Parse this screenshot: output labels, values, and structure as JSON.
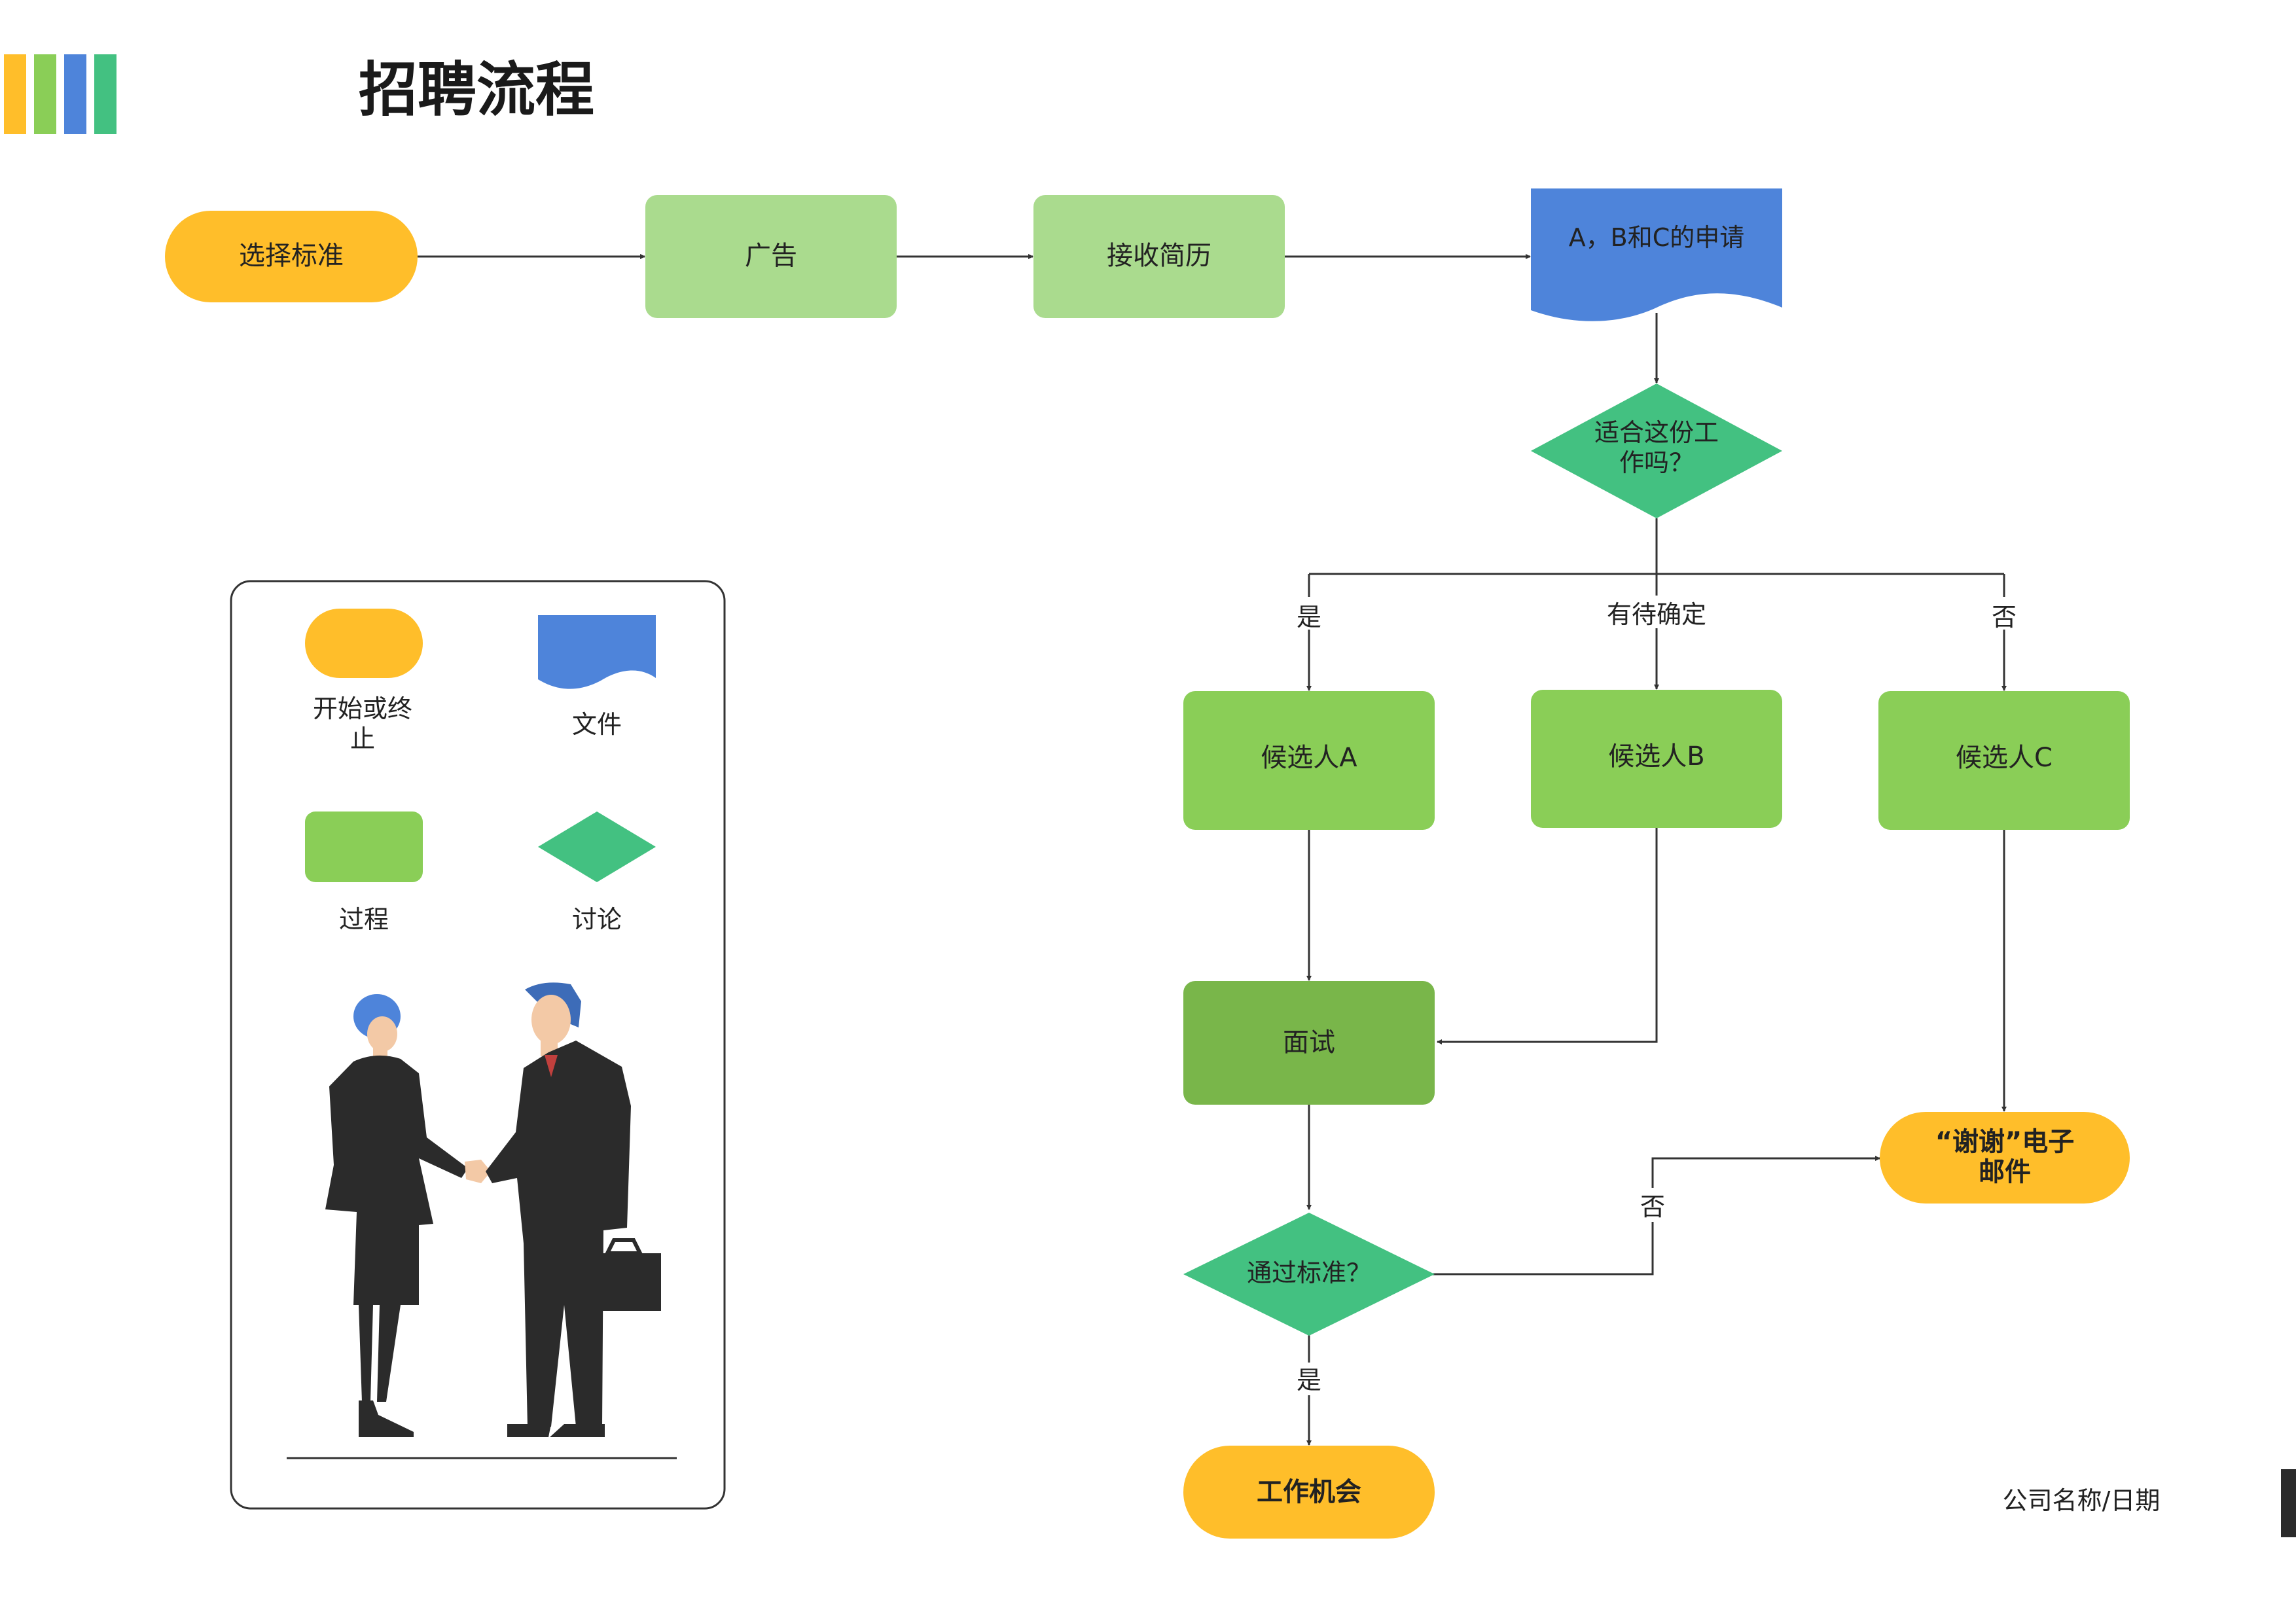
{
  "title": "招聘流程",
  "footer": "公司名称/日期",
  "colors": {
    "terminal": "#FFBE2A",
    "process_light": "#AADB8E",
    "process": "#8ACE57",
    "process_dark": "#79B64A",
    "document": "#4E84DA",
    "decision": "#43C181",
    "stripes": [
      "#FFBE2A",
      "#8ACE57",
      "#4E84DA",
      "#43C181"
    ]
  },
  "flow": {
    "start": "选择标准",
    "ad": "广告",
    "receive": "接收简历",
    "applications": "A，B和C的申请",
    "fit_question": [
      "适合这份工",
      "作吗？"
    ],
    "branch_yes": "是",
    "branch_pending": "有待确定",
    "branch_no": "否",
    "candidate_a": "候选人A",
    "candidate_b": "候选人B",
    "candidate_c": "候选人C",
    "interview": "面试",
    "pass_question": "通过标准？",
    "pass_no": "否",
    "pass_yes": "是",
    "thanks_email": [
      "“谢谢”电子",
      "邮件"
    ],
    "job_offer": "工作机会"
  },
  "legend": {
    "terminal": [
      "开始或终",
      "止"
    ],
    "document": "文件",
    "process": "过程",
    "decision": "讨论"
  }
}
